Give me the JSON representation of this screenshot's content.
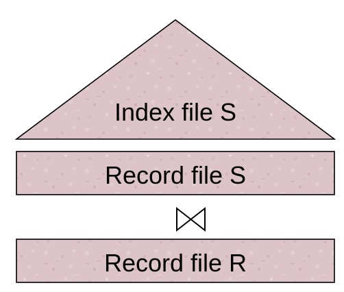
{
  "diagram": {
    "index_label": "Index file S",
    "record_s_label": "Record file S",
    "record_r_label": "Record file R",
    "join_symbol": "bowtie",
    "fill_color": "#dcc3c7",
    "stroke_color": "#000000"
  }
}
